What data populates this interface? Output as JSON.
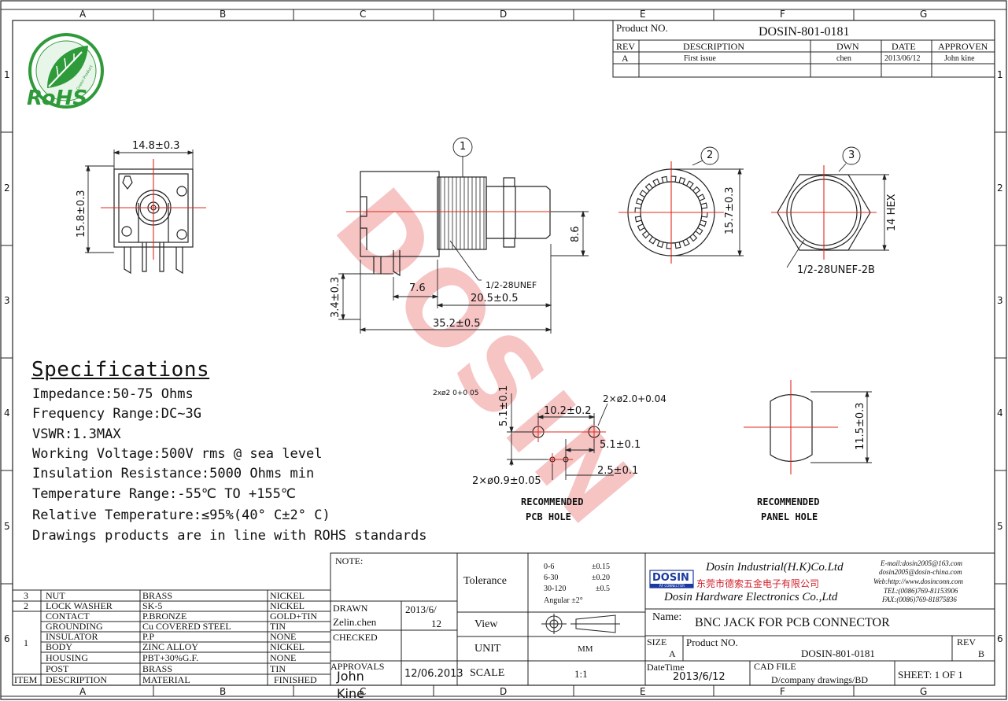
{
  "border": {
    "columns": [
      "A",
      "B",
      "C",
      "D",
      "E",
      "F",
      "G"
    ],
    "rows": [
      "1",
      "2",
      "3",
      "4",
      "5",
      "6"
    ]
  },
  "logo": {
    "text": "RoHS",
    "subtext": "Green Product"
  },
  "watermark": "DOSIN",
  "header_block": {
    "product_no_label": "Product NO.",
    "product_no": "DOSIN-801-0181",
    "headers": {
      "rev": "REV",
      "description": "DESCRIPTION",
      "dwn": "DWN",
      "date": "DATE",
      "approved": "APPROVEN"
    },
    "row": {
      "rev": "A",
      "description": "First issue",
      "dwn": "chen",
      "date": "2013/06/12",
      "approved": "John kine"
    }
  },
  "callouts": [
    "1",
    "2",
    "3"
  ],
  "dimensions": {
    "front_width": "14.8±0.3",
    "front_height": "15.8±0.3",
    "side_height": "8.6",
    "side_thread": "1/2-28UNEF",
    "side_7_6": "7.6",
    "side_20_5": "20.5±0.5",
    "side_35_2": "35.2±0.5",
    "side_3_4": "3.4±0.3",
    "washer_diam": "15.7±0.3",
    "nut_hex": "14 HEX",
    "nut_thread": "1/2-28UNEF-2B",
    "pcb_big_holes": "2×ø2.0+0.04",
    "pcb_big_holes_left": "2xø2 0+0 05",
    "pcb_10_2": "10.2±0.2",
    "pcb_5_1_v": "5.1±0.1",
    "pcb_5_1_h": "5.1±0.1",
    "pcb_2_5": "2.5±0.1",
    "pcb_small_holes": "2×ø0.9±0.05",
    "panel_11_5": "11.5±0.3"
  },
  "recommended": {
    "pcb_line1": "RECOMMENDED",
    "pcb_line2": "PCB HOLE",
    "panel_line1": "RECOMMENDED",
    "panel_line2": "PANEL HOLE"
  },
  "specifications": {
    "title": "Specifications",
    "lines": [
      "Impedance:50-75 Ohms",
      "Frequency Range:DC~3G",
      "VSWR:1.3MAX",
      "Working Voltage:500V rms @ sea level",
      "Insulation Resistance:5000 Ohms min",
      "Temperature Range:-55℃ TO +155℃",
      "Relative Temperature:≤95%(40° C±2° C)",
      "Drawings products are in line with ROHS standards"
    ]
  },
  "bom": {
    "headers": {
      "item": "ITEM",
      "description": "DESCRIPTION",
      "material": "MATERIAL",
      "finished": "FINISHED"
    },
    "rows": [
      {
        "item": "3",
        "description": "NUT",
        "material": "BRASS",
        "finished": "NICKEL"
      },
      {
        "item": "2",
        "description": "LOCK WASHER",
        "material": "SK-5",
        "finished": "NICKEL"
      },
      {
        "item": "",
        "description": "CONTACT",
        "material": "P.BRONZE",
        "finished": "GOLD+TIN"
      },
      {
        "item": "",
        "description": "GROUNDING",
        "material": "Cu COVERED STEEL",
        "finished": "TIN"
      },
      {
        "item": "1",
        "description": "INSULATOR",
        "material": "P.P",
        "finished": "NONE"
      },
      {
        "item": "",
        "description": "BODY",
        "material": "ZINC ALLOY",
        "finished": "NICKEL"
      },
      {
        "item": "",
        "description": "HOUSING",
        "material": "PBT+30%G.F.",
        "finished": "NONE"
      },
      {
        "item": "",
        "description": "POST",
        "material": "BRASS",
        "finished": "TIN"
      }
    ]
  },
  "title_block": {
    "note_label": "NOTE:",
    "drawn_label": "DRAWN",
    "drawn_by": "Zelin.chen",
    "drawn_date_1": "2013/6/",
    "drawn_date_2": "12",
    "checked_label": "CHECKED",
    "approvals_label": "APPROVALS",
    "approvals_name": "John",
    "approvals_name2": "Kine",
    "approvals_date": "12/06.2013",
    "tolerance_label": "Tolerance",
    "tolerance_rows": [
      {
        "range": "0-6",
        "tol": "±0.15"
      },
      {
        "range": "6-30",
        "tol": "±0.20"
      },
      {
        "range": "30-120",
        "tol": "±0.5"
      }
    ],
    "angular": "Angular  ±2°",
    "view_label": "View",
    "unit_label": "UNIT",
    "unit_value": "MM",
    "scale_label": "SCALE",
    "scale_value": "1:1",
    "company_logo": "DOSIN",
    "company_logo_sub": "RF CONNECTOR",
    "company_en": "Dosin Industrial(H.K)Co.Ltd",
    "company_cn": "东莞市德索五金电子有限公司",
    "company_en2": "Dosin Hardware Electronics Co.,Ltd",
    "contact": [
      "E-mail:dosin2005@163.com",
      "dosin2005@dosin-china.com",
      "Web:http://www.dosinconn.com",
      "TEL:(0086)769-81153906",
      "FAX:(0086)769-81875836"
    ],
    "name_label": "Name:",
    "name_value": "BNC JACK FOR PCB  CONNECTOR",
    "size_label": "SIZE",
    "size_value": "A",
    "product_no_label": "Product NO.",
    "product_no": "DOSIN-801-0181",
    "rev_label": "REV",
    "rev_value": "B",
    "datetime_label": "DateTime",
    "datetime_value": "2013/6/12",
    "cad_label": "CAD FILE",
    "cad_value": "D/company drawings/BD",
    "sheet": "SHEET: 1 OF 1"
  },
  "colors": {
    "centerline": "#e0281e",
    "watermark": "#f7c4c4",
    "logo_green": "#2e9a3a",
    "company_blue": "#1a3aa0",
    "company_red": "#d0202a"
  }
}
